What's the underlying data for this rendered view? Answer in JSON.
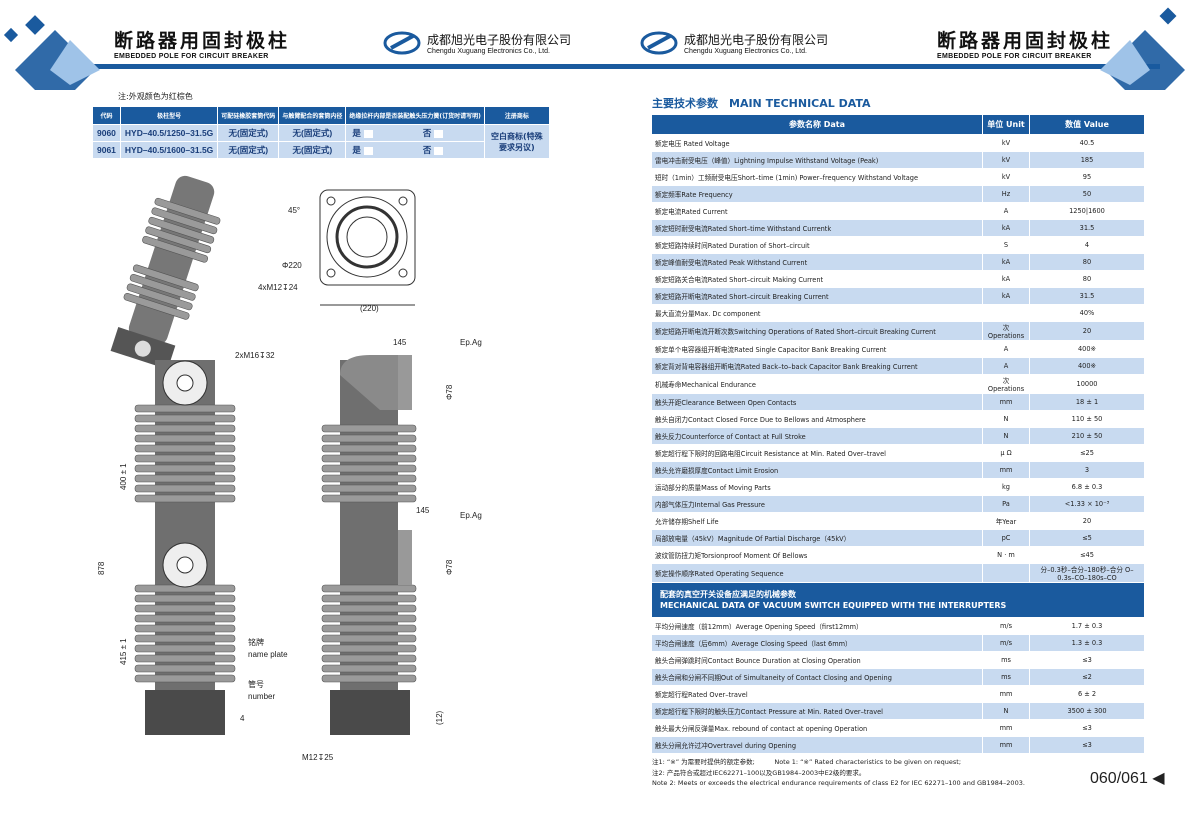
{
  "left_page": {
    "title_cn": "断路器用固封极柱",
    "title_en": "EMBEDDED POLE FOR CIRCUIT BREAKER",
    "company_cn": "成都旭光电子股份有限公司",
    "company_en": "Chengdu Xuguang Electronics Co., Ltd.",
    "note": "注:外观颜色为红棕色",
    "table": {
      "headers": [
        "代码",
        "极柱型号",
        "可配硅橡胶套筒代码",
        "与触臂配合的套筒内径",
        "绝缘拉杆内部是否装配触头压力簧(订货时请写明)",
        "注册商标"
      ],
      "rows": [
        {
          "code": "9060",
          "model": "HYD–40.5/1250–31.5G",
          "sleeve": "无(固定式)",
          "inner": "无(固定式)",
          "yes": "是",
          "no": "否"
        },
        {
          "code": "9061",
          "model": "HYD–40.5/1600–31.5G",
          "sleeve": "无(固定式)",
          "inner": "无(固定式)",
          "yes": "是",
          "no": "否"
        }
      ],
      "trademark": "空白商标(特殊要求另议)"
    },
    "drawing_labels": {
      "angle": "45°",
      "dia220": "Φ220",
      "bolts_top": "4xM12↧24",
      "width220": "(220)",
      "bolts_side": "2xM16↧32",
      "w145a": "145",
      "epag_a": "Ep.Ag",
      "dia78a": "Φ78",
      "h400": "400 ± 1",
      "h878": "878",
      "h415": "415 ± 1",
      "nameplate_cn": "铭牌",
      "nameplate_en": "name plate",
      "number_cn": "管号",
      "number_en": "number",
      "d4": "4",
      "bolt_bottom": "M12↧25",
      "d12": "(12)",
      "w145b": "145",
      "epag_b": "Ep.Ag",
      "dia78b": "Φ78"
    }
  },
  "right_page": {
    "title_cn": "断路器用固封极柱",
    "title_en": "EMBEDDED POLE FOR CIRCUIT BREAKER",
    "company_cn": "成都旭光电子股份有限公司",
    "company_en": "Chengdu Xuguang Electronics Co., Ltd.",
    "section_title": "主要技术参数　MAIN TECHNICAL DATA",
    "headers": [
      "参数名称 Data",
      "单位 Unit",
      "数值 Value"
    ],
    "rows": [
      [
        "额定电压 Rated Voltage",
        "kV",
        "40.5"
      ],
      [
        "雷电冲击耐受电压（峰值）Lightning Impulse Withstand Voltage (Peak)",
        "kV",
        "185"
      ],
      [
        "短时（1min）工频耐受电压Short–time (1min) Power–frequency Withstand Voltage",
        "kV",
        "95"
      ],
      [
        "额定频率Rate Frequency",
        "Hz",
        "50"
      ],
      [
        "额定电流Rated Current",
        "A",
        "1250|1600"
      ],
      [
        "额定短时耐受电流Rated Short–time Withstand Currentk",
        "kA",
        "31.5"
      ],
      [
        "额定短路持续时间Rated Duration of Short–circuit",
        "S",
        "4"
      ],
      [
        "额定峰值耐受电流Rated Peak Withstand Current",
        "kA",
        "80"
      ],
      [
        "额定短路关合电流Rated Short–circuit Making Current",
        "kA",
        "80"
      ],
      [
        "额定短路开断电流Rated Short–circuit Breaking Current",
        "kA",
        "31.5"
      ],
      [
        "最大直流分量Max. Dc component",
        "",
        "40%"
      ],
      [
        "额定短路开断电流开断次数Switching Operations of Rated Short–circuit Breaking Current",
        "次 Operations",
        "20"
      ],
      [
        "额定单个电容器组开断电流Rated Single Capacitor Bank Breaking Current",
        "A",
        "400※"
      ],
      [
        "额定背对背电容器组开断电流Rated Back–to–back Capacitor Bank Breaking Current",
        "A",
        "400※"
      ],
      [
        "机械寿命Mechanical Endurance",
        "次 Operations",
        "10000"
      ],
      [
        "触头开距Clearance Between Open Contacts",
        "mm",
        "18 ± 1"
      ],
      [
        "触头自闭力Contact Closed Force Due to Bellows and Atmosphere",
        "N",
        "110 ± 50"
      ],
      [
        "触头反力Counterforce of Contact at Full Stroke",
        "N",
        "210 ± 50"
      ],
      [
        "额定超行程下限时的回路电阻Circuit Resistance at Min. Rated Over–travel",
        "μ Ω",
        "≤25"
      ],
      [
        "触头允许磨损厚度Contact Limit Erosion",
        "mm",
        "3"
      ],
      [
        "运动部分的质量Mass of Moving Parts",
        "kg",
        "6.8 ± 0.3"
      ],
      [
        "内部气体压力Internal Gas Pressure",
        "Pa",
        "<1.33 × 10⁻³"
      ],
      [
        "允许储存期Shelf Life",
        "年Year",
        "20"
      ],
      [
        "局部放电量（45kV）Magnitude Of Partial Discharge（45kV）",
        "pC",
        "≤5"
      ],
      [
        "波纹管防扭力矩Torsionproof Moment Of Bellows",
        "N · m",
        "≤45"
      ],
      [
        "额定操作顺序Rated Operating Sequence",
        "",
        "分–0.3秒–合分–180秒–合分 O–0.3s–CO–180s–CO"
      ]
    ],
    "mech_section_cn": "配套的真空开关设备应满足的机械参数",
    "mech_section_en": "MECHANICAL DATA OF VACUUM SWITCH EQUIPPED WITH THE INTERRUPTERS",
    "mech_rows": [
      [
        "平均分闸速度（前12mm）Average Opening Speed（first12mm）",
        "m/s",
        "1.7 ± 0.3"
      ],
      [
        "平均合闸速度（后6mm）Average Closing Speed（last 6mm）",
        "m/s",
        "1.3 ± 0.3"
      ],
      [
        "触头合闸弹跳时间Contact Bounce Duration at Closing Operation",
        "ms",
        "≤3"
      ],
      [
        "触头合闸和分闸不同期Out of Simultaneity of Contact Closing and Opening",
        "ms",
        "≤2"
      ],
      [
        "额定超行程Rated Over–travel",
        "mm",
        "6 ± 2"
      ],
      [
        "额定超行程下限时的触头压力Contact Pressure at Min. Rated Over–travel",
        "N",
        "3500 ± 300"
      ],
      [
        "触头最大分闸反弹量Max. rebound of contact at opening Operation",
        "mm",
        "≤3"
      ],
      [
        "触头分闸允许过冲Overtravel during Opening",
        "mm",
        "≤3"
      ]
    ],
    "notes": [
      "注1: “※” 为需要时提供的额定参数;　　　Note 1: “※” Rated characteristics to be given on request;",
      "注2: 产品符合或超过IEC62271–100以及GB1984–2003中E2级的要求。",
      "Note 2: Meets or exceeds the electrical endurance requirements of class E2 for IEC 62271–100 and GB1984–2003."
    ],
    "page_number": "060/061"
  },
  "colors": {
    "brand": "#1a5a9e",
    "row_alt": "#c8daf0",
    "pole": "#8a8a8a"
  }
}
